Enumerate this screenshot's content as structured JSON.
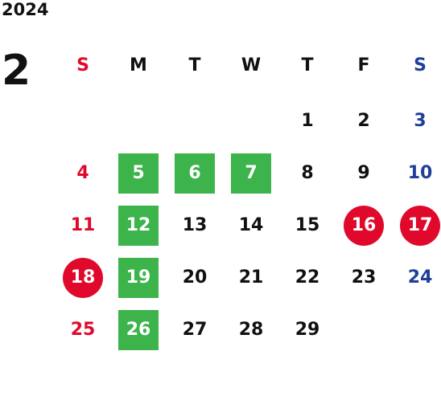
{
  "calendar": {
    "year": "2024",
    "month": "2",
    "weekdays": [
      "S",
      "M",
      "T",
      "W",
      "T",
      "F",
      "S"
    ],
    "colors": {
      "text": "#111111",
      "sunday": "#e0092c",
      "saturday": "#1f3f99",
      "highlight_green": "#3cb44b",
      "highlight_red": "#e0092c",
      "highlight_text": "#ffffff"
    },
    "weeks": [
      [
        null,
        null,
        null,
        null,
        "1",
        "2",
        "3"
      ],
      [
        "4",
        "5",
        "6",
        "7",
        "8",
        "9",
        "10"
      ],
      [
        "11",
        "12",
        "13",
        "14",
        "15",
        "16",
        "17"
      ],
      [
        "18",
        "19",
        "20",
        "21",
        "22",
        "23",
        "24"
      ],
      [
        "25",
        "26",
        "27",
        "28",
        "29",
        null,
        null
      ]
    ],
    "highlights": {
      "green": [
        "5",
        "6",
        "7",
        "12",
        "19",
        "26"
      ],
      "red_circle": [
        "16",
        "17",
        "18"
      ]
    }
  }
}
